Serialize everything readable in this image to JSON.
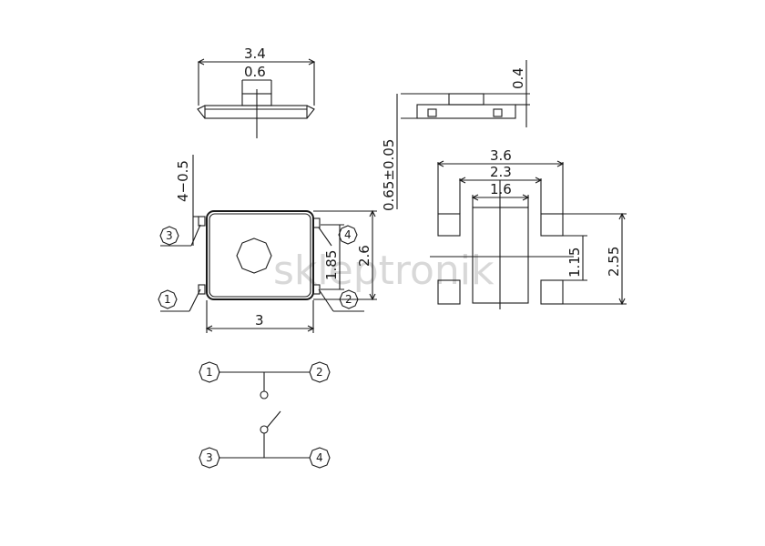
{
  "dimensions": {
    "top_width": "3.4",
    "top_plunger": "0.6",
    "side_height": "0.4",
    "side_total": "0.65±0.05",
    "lead_count": "4−0.5",
    "body_width": "3",
    "body_height": "2.6",
    "lead_pitch": "1.85",
    "pad_outer": "3.6",
    "pad_mid": "2.3",
    "pad_inner": "1.6",
    "pad_gap": "1.15",
    "pad_height": "2.55"
  },
  "pins": {
    "body": [
      "3",
      "4",
      "1",
      "2"
    ],
    "schematic": [
      "1",
      "2",
      "3",
      "4"
    ]
  },
  "watermark": "skleptronik"
}
